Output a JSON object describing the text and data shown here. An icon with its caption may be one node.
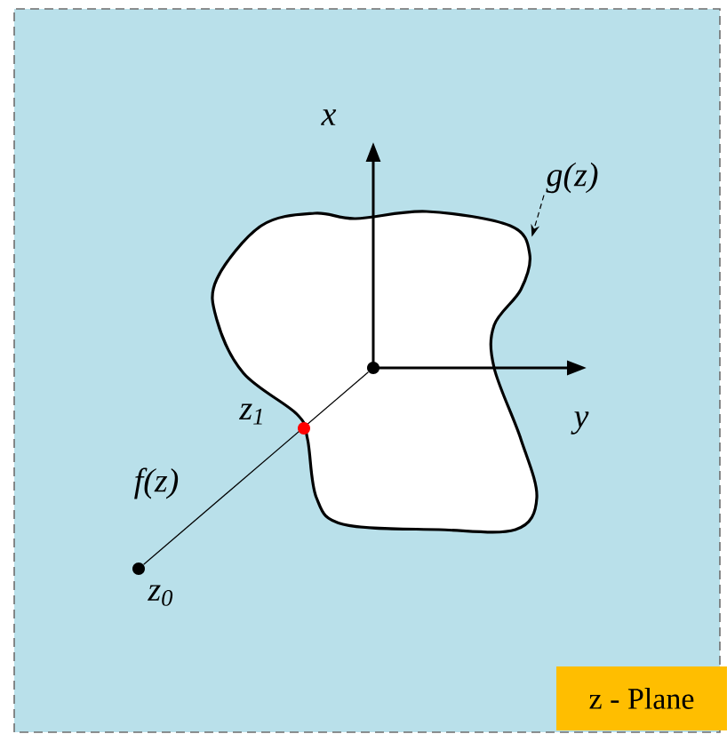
{
  "diagram": {
    "nodes": [
      {
        "text": [
          "z - Plane"
        ]
      },
      {
        "text": [
          "g(z)"
        ]
      },
      {
        "text": [],
        "shape": "blob"
      },
      {
        "text": [],
        "shape": "circle",
        "beside": [
          "z$_{0}$"
        ]
      },
      {
        "text": [],
        "shape": "circle",
        "in": 2
      }
    ],
    "edges": [
      {
        "from": 1,
        "to": 2,
        "arrow": "to",
        "style": "dashed"
      },
      {
        "from": 3,
        "to": 4,
        "arrow": "none",
        "label": "f(z)"
      }
    ],
    "labels": [
      "x",
      "y",
      "z$_{1}$"
    ]
  }
}
